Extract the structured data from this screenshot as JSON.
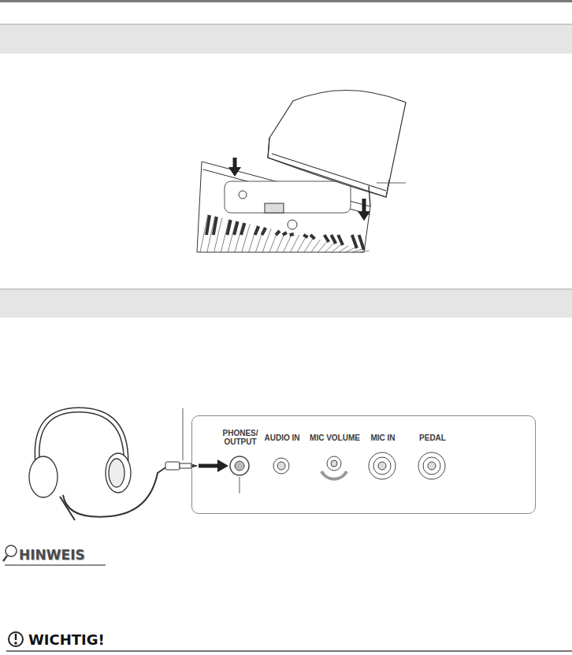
{
  "diagram": {
    "nodes": [
      {
        "text": [
          "PHONES/ OUTPUT",
          "AUDIO IN",
          "MIC VOLUME",
          "MIC IN",
          "PEDAL"
        ]
      }
    ],
    "labels": [
      "HINWEIS",
      "WICHTIG!"
    ]
  }
}
